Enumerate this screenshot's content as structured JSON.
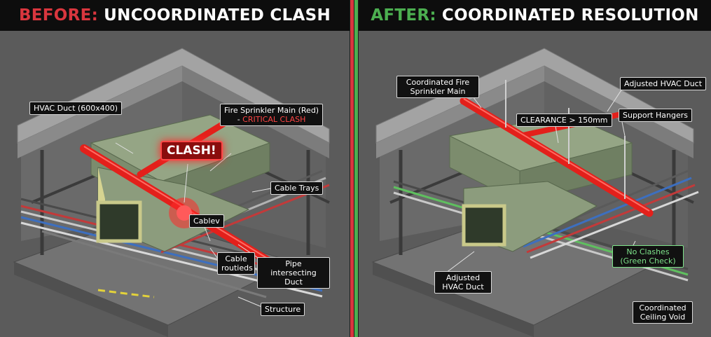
{
  "before": {
    "title_lead": "BEFORE:",
    "title_rest": "UNCOORDINATED CLASH",
    "clash_badge": "CLASH!",
    "labels": {
      "hvac_duct": "HVAC Duct (600x400)",
      "sprinkler_main": "Fire Sprinkler Main (Red)",
      "sprinkler_main_prefix": "- ",
      "critical": "CRITICAL CLASH",
      "cable_trays": "Cable Trays",
      "cablev": "Cablev",
      "cable_routieds": "Cable routieds",
      "pipe_intersecting": "Pipe intersecting Duct",
      "structure": "Structure"
    }
  },
  "after": {
    "title_lead": "AFTER:",
    "title_rest": "COORDINATED RESOLUTION",
    "check_glyph": "✓",
    "labels": {
      "coordinated_sprinkler": "Coordinated Fire Sprinkler Main",
      "adjusted_hvac_top": "Adjusted HVAC Duct",
      "clearance": "CLEARANCE > 150mm",
      "support_hangers": "Support Hangers",
      "no_clashes": "No Clashes (Green Check)",
      "adjusted_hvac_bottom": "Adjusted HVAC Duct",
      "coordinated_void": "Coordinated Ceiling Void"
    }
  },
  "colors": {
    "before_accent": "#d9363e",
    "after_accent": "#4caf50",
    "pipe_red": "#e3201b",
    "duct_green": "#8c9c7d",
    "duct_rim": "#c9c98a",
    "concrete": "#a3a3a3",
    "success_green": "#3fb950"
  }
}
